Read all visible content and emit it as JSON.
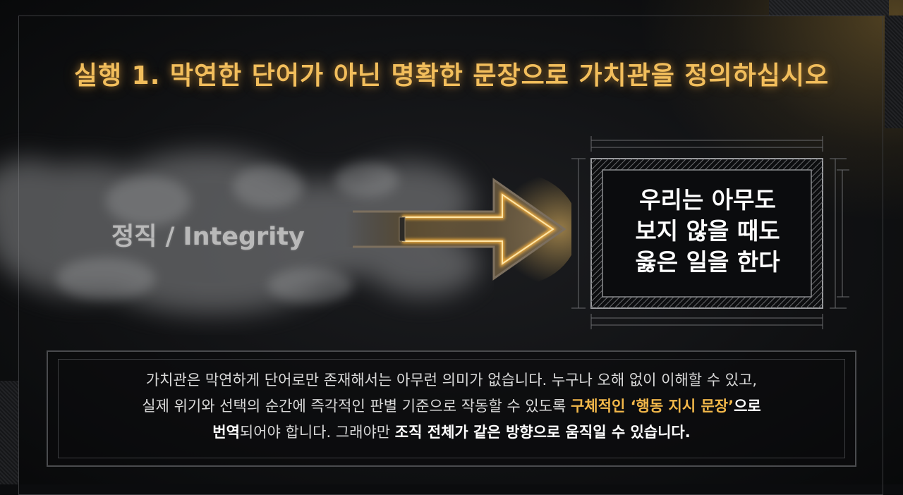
{
  "title": "실행 1. 막연한 단어가 아닌 명확한 문장으로 가치관을 정의하십시오",
  "vague_word": "정직 / Integrity",
  "statement": {
    "line1": "우리는 아무도",
    "line2": "보지 않을 때도",
    "line3": "옳은 일을 한다"
  },
  "description": {
    "line1": "가치관은 막연하게 단어로만 존재해서는 아무런 의미가 없습니다. 누구나 오해 없이 이해할 수 있고,",
    "line2_a": "실제 위기와 선택의 순간에 즉각적인 판별 기준으로 작동할 수 있도록 ",
    "line2_hl": "구체적인 ‘행동 지시 문장’",
    "line2_b": "으로",
    "line3_hl1": "번역",
    "line3_a": "되어야 합니다. 그래야만 ",
    "line3_hl2": "조직 전체가 같은 방향으로 움직일 수 있습니다."
  },
  "colors": {
    "accent_gold": "#f2be5c",
    "background": "#0b0c0e"
  }
}
